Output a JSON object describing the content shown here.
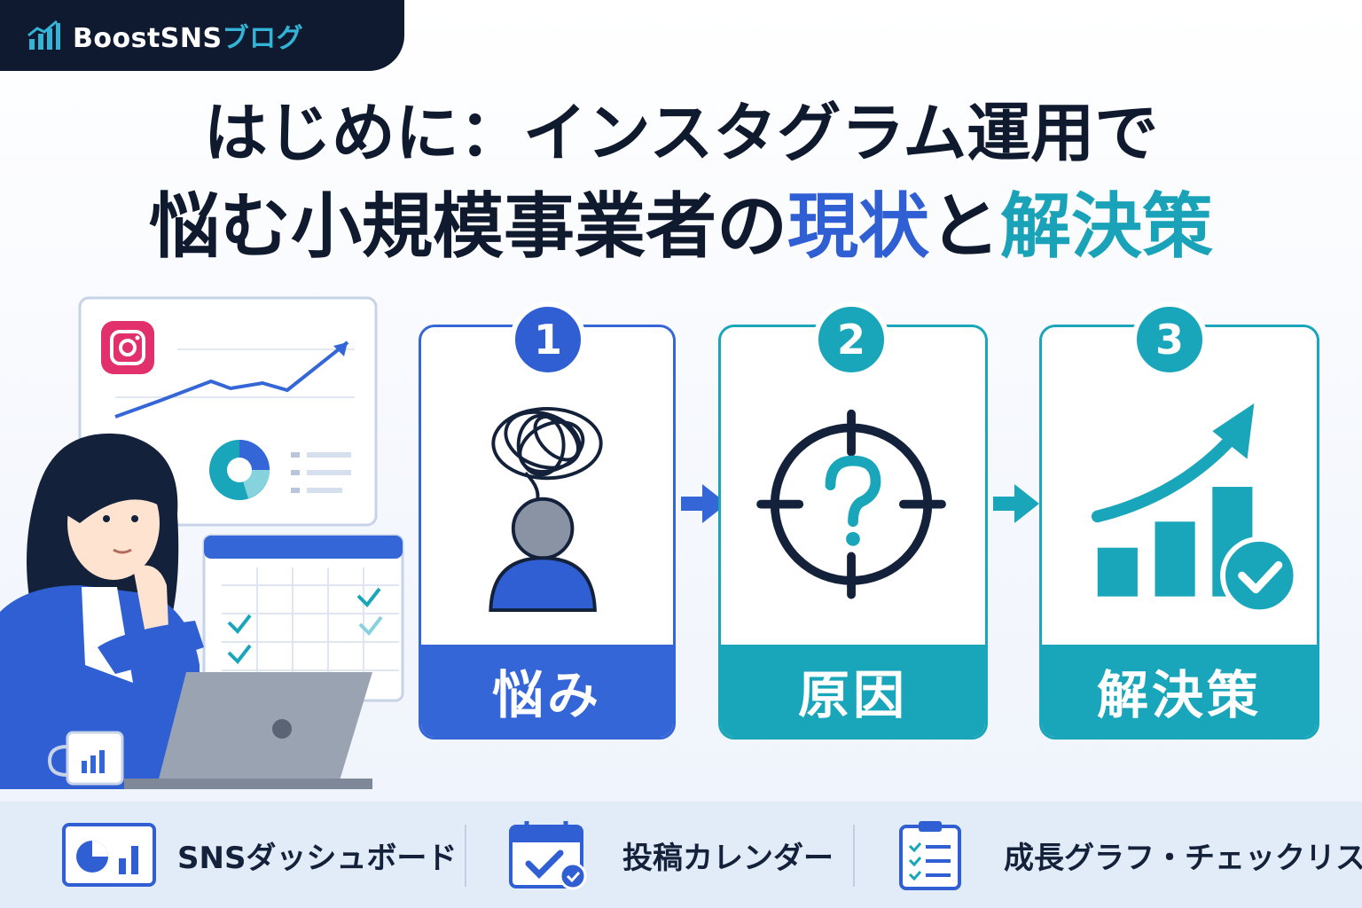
{
  "brand": {
    "name": "BoostSNS",
    "suffix": "ブログ",
    "logo_icon": "bar-chart-growth-icon"
  },
  "title": {
    "line1": "はじめに：インスタグラム運用で",
    "line2_prefix": "悩む小規模事業者の",
    "highlight1": "現状",
    "connector": "と",
    "highlight2": "解決策"
  },
  "colors": {
    "navy": "#0f1a30",
    "blue": "#3566d8",
    "teal": "#1aa6ba",
    "bottom_strip": "#e2ebf8"
  },
  "steps": [
    {
      "number": "1",
      "label": "悩み",
      "icon": "tangled-thought-person-icon"
    },
    {
      "number": "2",
      "label": "原因",
      "icon": "target-question-icon"
    },
    {
      "number": "3",
      "label": "解決策",
      "icon": "growth-chart-check-icon"
    }
  ],
  "features": [
    {
      "label": "SNSダッシュボード",
      "icon": "dashboard-icon"
    },
    {
      "label": "投稿カレンダー",
      "icon": "calendar-check-icon"
    },
    {
      "label": "成長グラフ・チェックリスト",
      "icon": "checklist-clipboard-icon"
    }
  ]
}
